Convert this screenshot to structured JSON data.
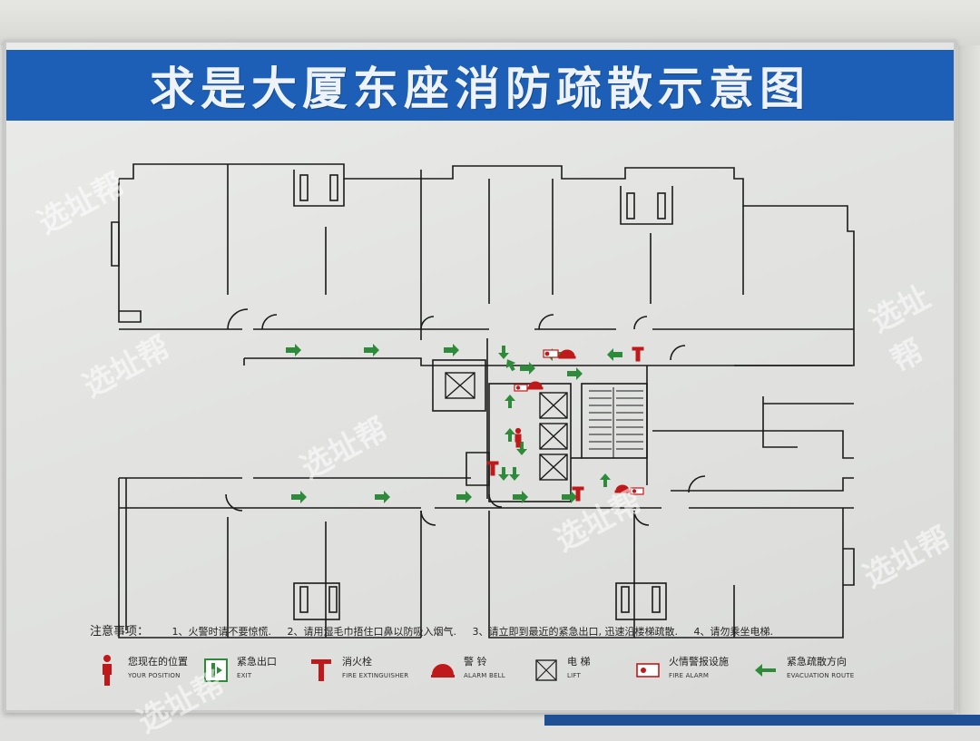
{
  "sign": {
    "title": "求是大厦东座消防疏散示意图",
    "colors": {
      "title_bar": "#1d5fb6",
      "wall": "#1a1a1a",
      "route_arrow": "#2e8b3a",
      "fire_red": "#c0191b"
    }
  },
  "notes": {
    "label": "注意事项：",
    "items": [
      "1、火警时请不要惊慌.",
      "2、请用湿毛巾捂住口鼻以防吸入烟气.",
      "3、请立即到最近的紧急出口, 迅速沿楼梯疏散.",
      "4、请勿乘坐电梯."
    ]
  },
  "legend": [
    {
      "icon": "person-icon",
      "cn": "您现在的位置",
      "en": "YOUR POSITION"
    },
    {
      "icon": "exit-icon",
      "cn": "紧急出口",
      "en": "EXIT"
    },
    {
      "icon": "hydrant-icon",
      "cn": "消火栓",
      "en": "FIRE EXTINGUISHER"
    },
    {
      "icon": "bell-icon",
      "cn": "警    铃",
      "en": "ALARM BELL"
    },
    {
      "icon": "lift-icon",
      "cn": "电    梯",
      "en": "LIFT"
    },
    {
      "icon": "fire-alarm-icon",
      "cn": "火情警报设施",
      "en": "FIRE ALARM"
    },
    {
      "icon": "arrow-left-icon",
      "cn": "紧急疏散方向",
      "en": "EVACUATION ROUTE"
    }
  ],
  "watermark": "选址帮"
}
